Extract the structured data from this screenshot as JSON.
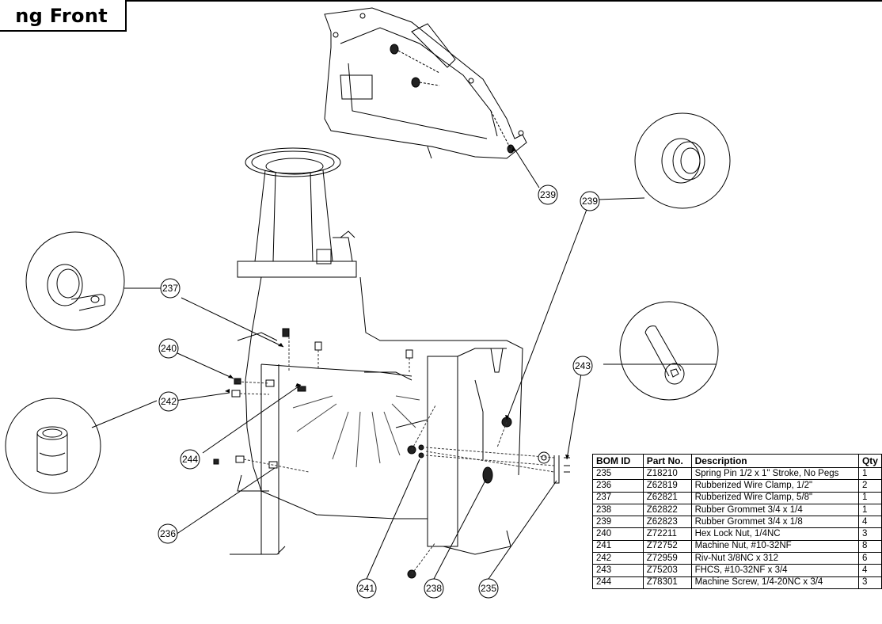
{
  "title": "ng Front",
  "callouts": [
    {
      "id": "239"
    },
    {
      "id": "239"
    },
    {
      "id": "237"
    },
    {
      "id": "240"
    },
    {
      "id": "242"
    },
    {
      "id": "244"
    },
    {
      "id": "243"
    },
    {
      "id": "236"
    },
    {
      "id": "241"
    },
    {
      "id": "238"
    },
    {
      "id": "235"
    }
  ],
  "bom": {
    "headers": {
      "id": "BOM ID",
      "part": "Part No.",
      "desc": "Description",
      "qty": "Qty"
    },
    "rows": [
      {
        "id": "235",
        "part": "Z18210",
        "desc": "Spring Pin 1/2 x 1\" Stroke, No Pegs",
        "qty": "1"
      },
      {
        "id": "236",
        "part": "Z62819",
        "desc": "Rubberized Wire Clamp, 1/2\"",
        "qty": "2"
      },
      {
        "id": "237",
        "part": "Z62821",
        "desc": "Rubberized Wire Clamp, 5/8\"",
        "qty": "1"
      },
      {
        "id": "238",
        "part": "Z62822",
        "desc": "Rubber Grommet 3/4  x 1/4",
        "qty": "1"
      },
      {
        "id": "239",
        "part": "Z62823",
        "desc": "Rubber Grommet 3/4  x 1/8",
        "qty": "4"
      },
      {
        "id": "240",
        "part": "Z72211",
        "desc": "Hex Lock Nut, 1/4NC",
        "qty": "3"
      },
      {
        "id": "241",
        "part": "Z72752",
        "desc": "Machine Nut, #10-32NF",
        "qty": "8"
      },
      {
        "id": "242",
        "part": "Z72959",
        "desc": "Riv-Nut 3/8NC x 312",
        "qty": "6"
      },
      {
        "id": "243",
        "part": "Z75203",
        "desc": "FHCS, #10-32NF x 3/4",
        "qty": "4"
      },
      {
        "id": "244",
        "part": "Z78301",
        "desc": "Machine Screw, 1/4-20NC x 3/4",
        "qty": "3"
      }
    ]
  }
}
